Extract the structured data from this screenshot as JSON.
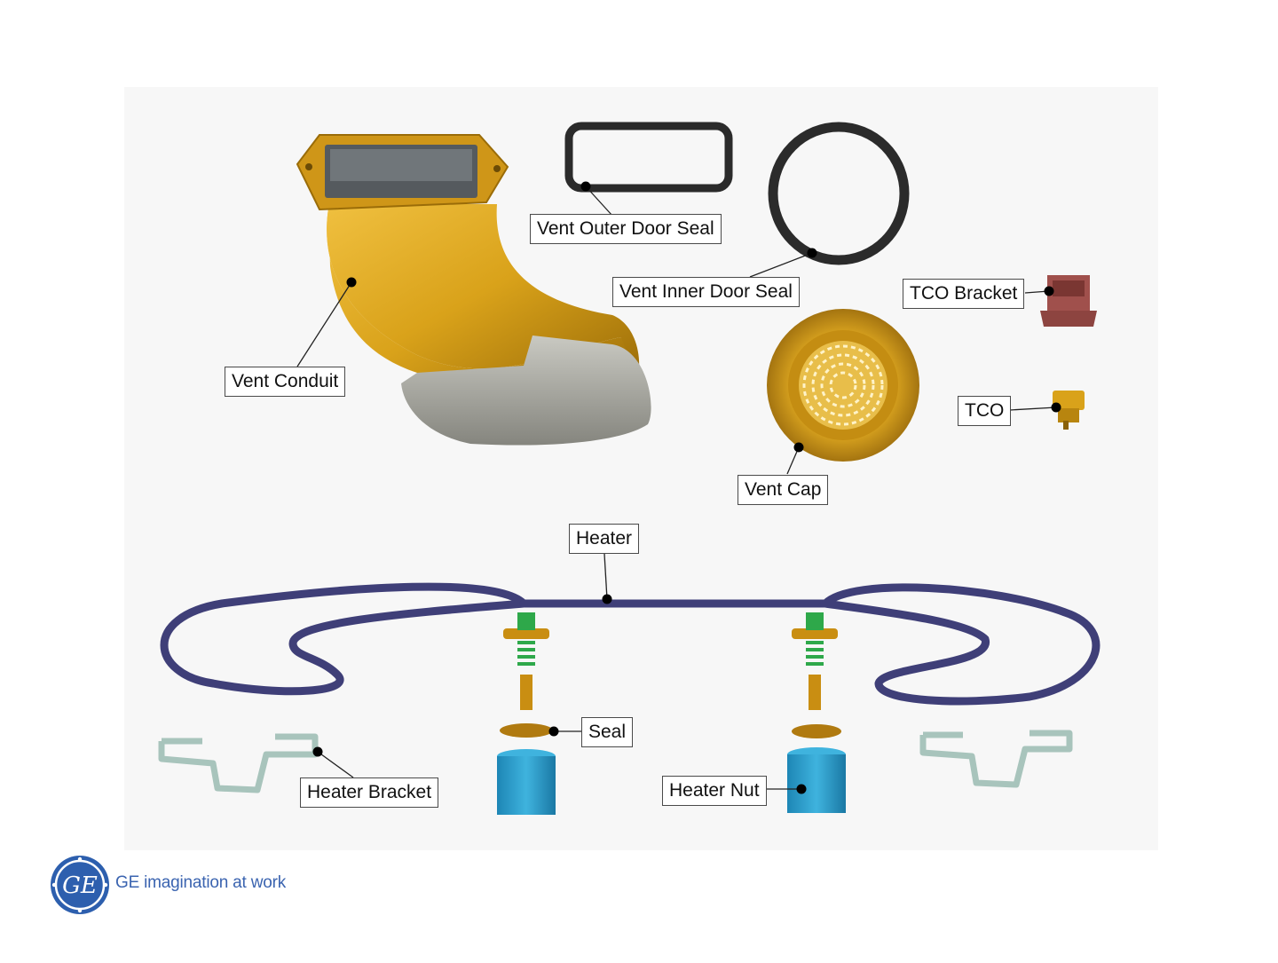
{
  "labels": {
    "vent_outer_door_seal": "Vent Outer Door Seal",
    "vent_inner_door_seal": "Vent Inner Door Seal",
    "tco_bracket": "TCO Bracket",
    "vent_conduit": "Vent Conduit",
    "tco": "TCO",
    "vent_cap": "Vent Cap",
    "heater": "Heater",
    "seal": "Seal",
    "heater_bracket": "Heater Bracket",
    "heater_nut": "Heater Nut"
  },
  "footer": {
    "logo_text": "GE",
    "tagline": "GE imagination at work"
  },
  "colors": {
    "brass": "#d9a21a",
    "heater_coil": "#3f3f78",
    "rubber": "#2b2b2b",
    "bracket_metal": "#a8c4bc",
    "nut_blue": "#2a9ccc",
    "tco_bracket": "#a0504c",
    "plate_grey": "#9a9a94",
    "terminal_green": "#2ea84a",
    "ge_blue": "#2d5fae"
  }
}
